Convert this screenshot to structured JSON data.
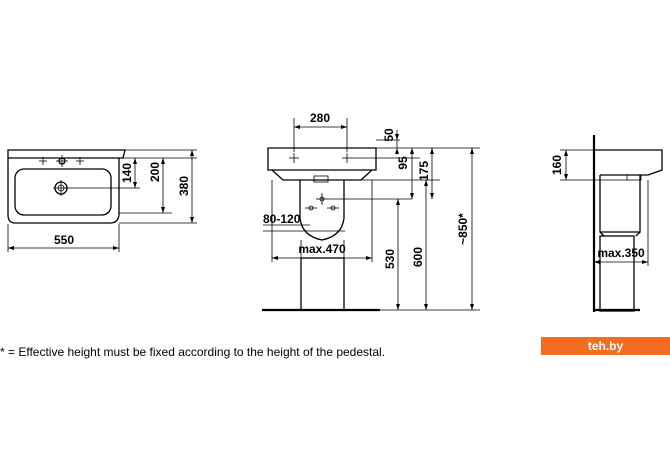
{
  "dimensions": {
    "front_width": "550",
    "front_depth": "380",
    "front_tap_to_bowl": "140",
    "front_tap_depth": "200",
    "side_tap_spacing": "280",
    "side_rim_thickness": "50",
    "side_95": "95",
    "side_175": "175",
    "side_waste_range": "80-120",
    "side_max_width": "max.470",
    "side_530": "530",
    "side_600": "600",
    "side_total_height": "~850*",
    "profile_height": "160",
    "profile_max_depth": "max.350"
  },
  "footnote": "* = Effective height must be fixed according to the height of the pedestal.",
  "watermark": "teh.by",
  "colors": {
    "watermark_bg": "#f26d21",
    "line": "#000000"
  }
}
